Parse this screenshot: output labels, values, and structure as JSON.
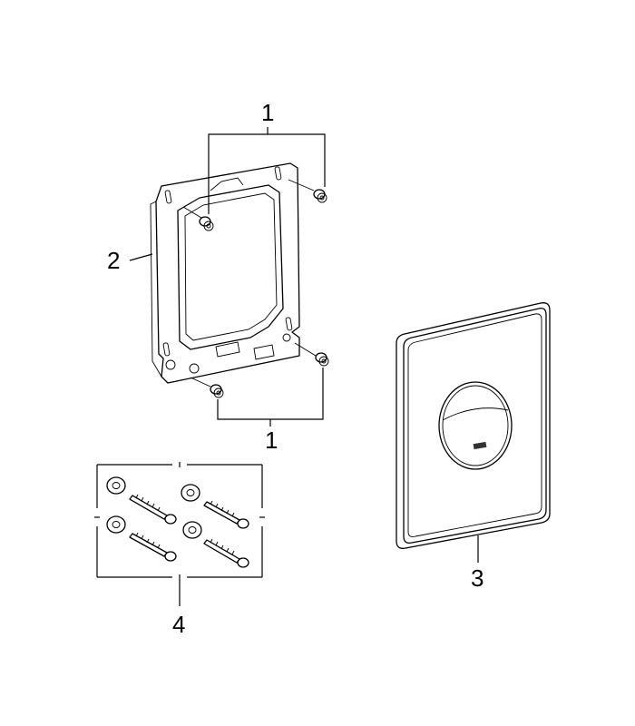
{
  "callouts": {
    "screws_top": "1",
    "screws_bottom": "1",
    "frame": "2",
    "plate": "3",
    "fixing_set": "4"
  },
  "colors": {
    "line": "#000000",
    "background": "#ffffff",
    "button_logo": "#333333"
  },
  "icons": {
    "fixing_set_item": "screw-with-washer-icon",
    "plate_logo": "brand-logo-icon"
  }
}
